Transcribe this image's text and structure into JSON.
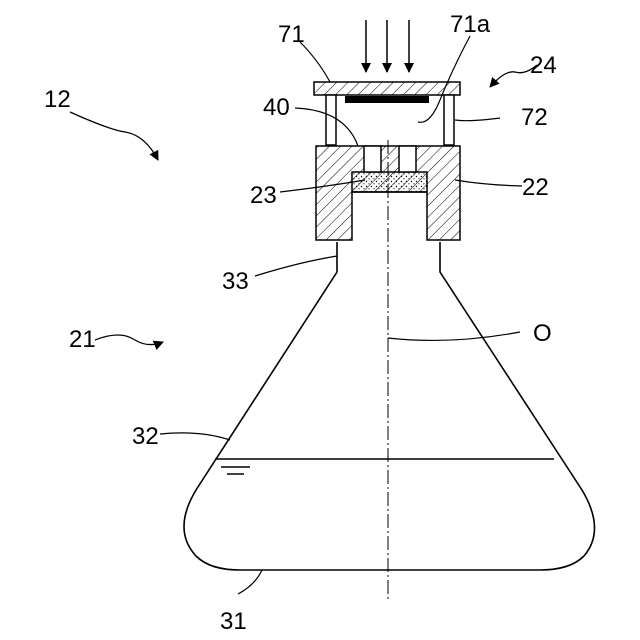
{
  "labels": {
    "device": "12",
    "flask": "21",
    "body": "22",
    "filter": "23",
    "lid_assembly": "24",
    "bottom": "31",
    "side_wall": "32",
    "neck": "33",
    "passage": "40",
    "cover_plate": "71",
    "cover_plate_underside": "71a",
    "support_post": "72",
    "axis": "O"
  },
  "colors": {
    "line": "#000000",
    "background": "#ffffff"
  }
}
